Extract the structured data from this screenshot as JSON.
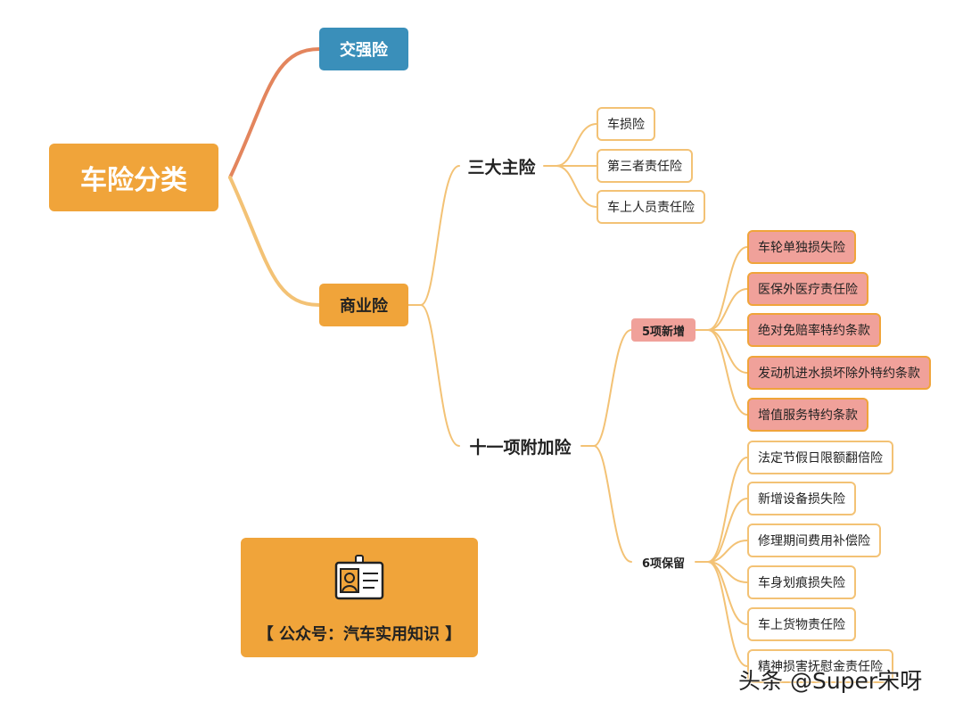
{
  "root": {
    "label": "车险分类"
  },
  "compulsory": {
    "label": "交强险"
  },
  "commercial": {
    "label": "商业险",
    "main": {
      "label": "三大主险",
      "items": [
        "车损险",
        "第三者责任险",
        "车上人员责任险"
      ]
    },
    "riders": {
      "label": "十一项附加险",
      "added": {
        "label": "5项新增",
        "items": [
          "车轮单独损失险",
          "医保外医疗责任险",
          "绝对免赔率特约条款",
          "发动机进水损坏除外特约条款",
          "增值服务特约条款"
        ]
      },
      "kept": {
        "label": "6项保留",
        "items": [
          "法定节假日限额翻倍险",
          "新增设备损失险",
          "修理期间费用补偿险",
          "车身划痕损失险",
          "车上货物责任险",
          "精神损害抚慰金责任险"
        ]
      }
    }
  },
  "card": {
    "text": "【 公众号：汽车实用知识 】",
    "icon": "id-card-icon"
  },
  "watermark": "头条 @Super宋呀",
  "colors": {
    "orange": "#f0a43a",
    "blue": "#3a8fba",
    "pink": "#f0a19a",
    "line": "#f3c275",
    "coral": "#e3855d"
  }
}
